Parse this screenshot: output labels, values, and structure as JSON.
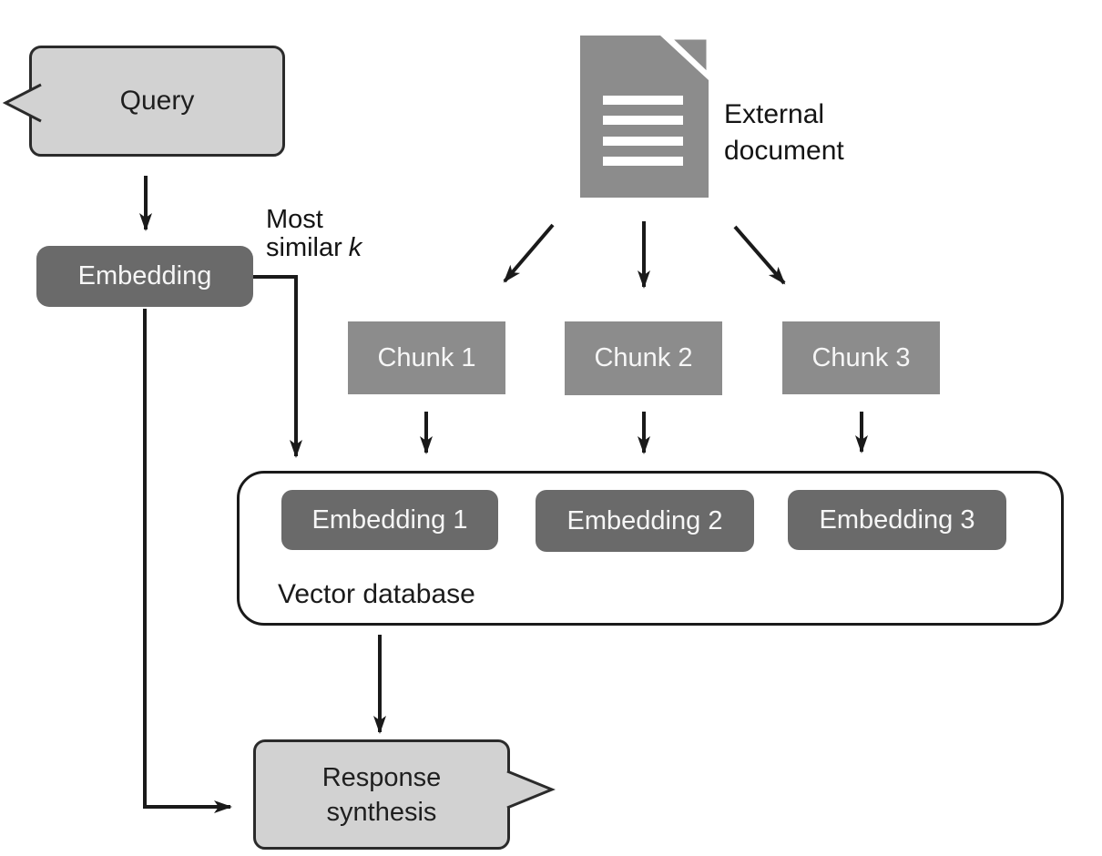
{
  "figure": {
    "type": "flow-diagram",
    "description": "Retrieval-augmented generation pipeline diagram"
  },
  "nodes": {
    "query": {
      "label": "Query"
    },
    "embedding": {
      "label": "Embedding"
    },
    "most_similar": {
      "line1": "Most",
      "line2": "similar",
      "k": "k"
    },
    "external_document": {
      "line1": "External",
      "line2": "document"
    },
    "chunks": [
      {
        "label": "Chunk 1"
      },
      {
        "label": "Chunk 2"
      },
      {
        "label": "Chunk 3"
      }
    ],
    "vector_database": {
      "label": "Vector database",
      "embeddings": [
        {
          "label": "Embedding 1"
        },
        {
          "label": "Embedding 2"
        },
        {
          "label": "Embedding 3"
        }
      ]
    },
    "response": {
      "line1": "Response",
      "line2": "synthesis"
    }
  },
  "icons": {
    "document": "document-icon"
  },
  "colors": {
    "bubble_fill": "#d2d2d2",
    "dark_box": "#6a6a6a",
    "medium_box": "#8c8c8c",
    "outline": "#2b2b2b",
    "arrow": "#1a1a1a",
    "text_on_dark": "#f6f6f6",
    "text_dark": "#141414",
    "background": "#ffffff"
  }
}
